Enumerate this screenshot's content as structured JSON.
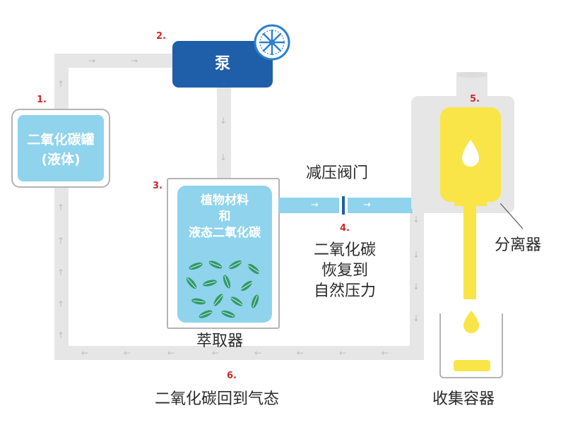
{
  "steps": {
    "s1": "1.",
    "s2": "2.",
    "s3": "3.",
    "s4": "4.",
    "s5": "5.",
    "s6": "6."
  },
  "tank": {
    "line1": "二氧化碳罐",
    "line2": "(液体)"
  },
  "pump": {
    "label": "泵"
  },
  "extractor": {
    "inner_lines": [
      "植物材料",
      "和",
      "液态二氧化碳"
    ],
    "label": "萃取器"
  },
  "valve": {
    "label": "减压阀门",
    "note_lines": [
      "二氧化碳",
      "恢复到",
      "自然压力"
    ]
  },
  "separator": {
    "label": "分离器"
  },
  "collector": {
    "label": "收集容器"
  },
  "return": {
    "label": "二氧化碳回到气态"
  },
  "colors": {
    "pipe": "#e6e6e7",
    "arrow": "#bdbdbd",
    "liquid_blue": "#8fd3ec",
    "pump_blue": "#1f5ea8",
    "fan_blue": "#2a7fcf",
    "yellow": "#f9e547",
    "step_red": "#d0282e",
    "leaf_green": "#2f9a6a"
  }
}
